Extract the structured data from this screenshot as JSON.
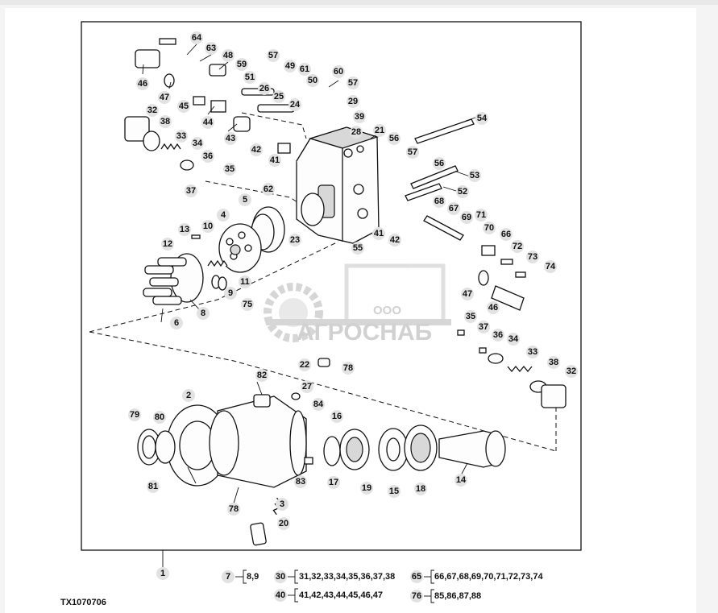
{
  "figure_id": "TX1070706",
  "assembly_callout": "1",
  "callouts": [
    "64",
    "63",
    "48",
    "57",
    "49",
    "61",
    "46",
    "59",
    "51",
    "26",
    "50",
    "60",
    "57",
    "47",
    "45",
    "25",
    "24",
    "29",
    "39",
    "44",
    "28",
    "32",
    "38",
    "43",
    "42",
    "21",
    "56",
    "54",
    "33",
    "34",
    "36",
    "41",
    "57",
    "35",
    "37",
    "56",
    "53",
    "62",
    "5",
    "52",
    "68",
    "13",
    "4",
    "67",
    "69",
    "71",
    "10",
    "23",
    "41",
    "42",
    "55",
    "66",
    "70",
    "12",
    "72",
    "73",
    "74",
    "9",
    "11",
    "47",
    "75",
    "46",
    "6",
    "8",
    "35",
    "37",
    "36",
    "34",
    "33",
    "38",
    "32",
    "22",
    "78",
    "82",
    "27",
    "84",
    "2",
    "79",
    "80",
    "16",
    "3",
    "20",
    "81",
    "78",
    "17",
    "19",
    "15",
    "18",
    "14",
    "83"
  ],
  "legend": [
    {
      "key": "7",
      "values": "8,9"
    },
    {
      "key": "30",
      "values": "31,32,33,34,35,36,37,38"
    },
    {
      "key": "40",
      "values": "41,42,43,44,45,46,47"
    },
    {
      "key": "65",
      "values": "66,67,68,69,70,71,72,73,74"
    },
    {
      "key": "76",
      "values": "85,86,87,88"
    }
  ],
  "watermark": {
    "company_prefix": "ООО",
    "company_name": "АГРОСНАБ"
  },
  "colors": {
    "line": "#111111",
    "callout_fill": "#e2e2e2",
    "watermark": "#c9c9c9"
  }
}
